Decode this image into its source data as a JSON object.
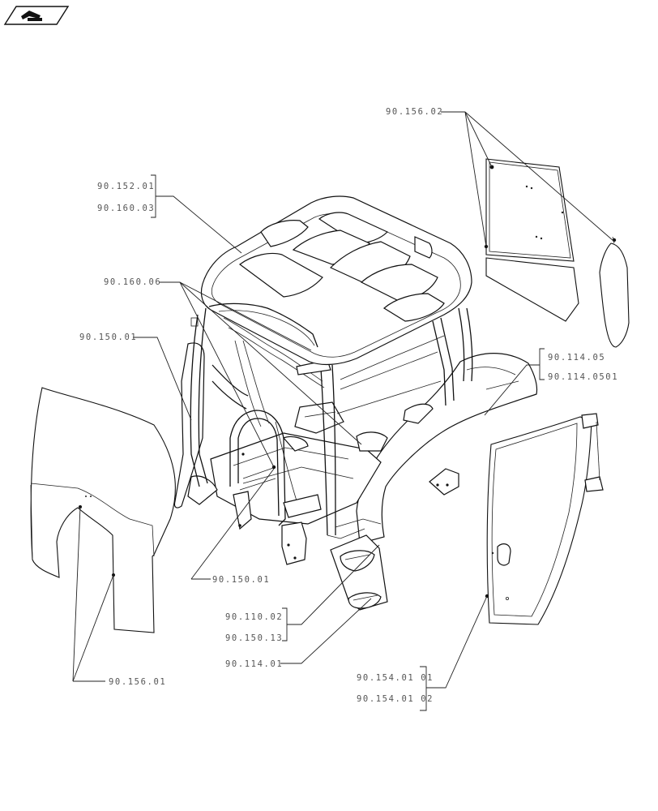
{
  "icons": {
    "corner": "folder-hand-icon"
  },
  "labels": {
    "glass_rear_right": "90.156.02",
    "roof_a": "90.152.01",
    "roof_b": "90.160.03",
    "wire_harness": "90.160.06",
    "frame_left": "90.150.01",
    "fender_a": "90.114.05",
    "fender_b": "90.114.0501",
    "frame_center": "90.150.01",
    "step_a": "90.110.02",
    "step_b": "90.150.13",
    "step_lower": "90.114.01",
    "door_a": "90.154.01 01",
    "door_b": "90.154.01 02",
    "windscreen": "90.156.01"
  }
}
